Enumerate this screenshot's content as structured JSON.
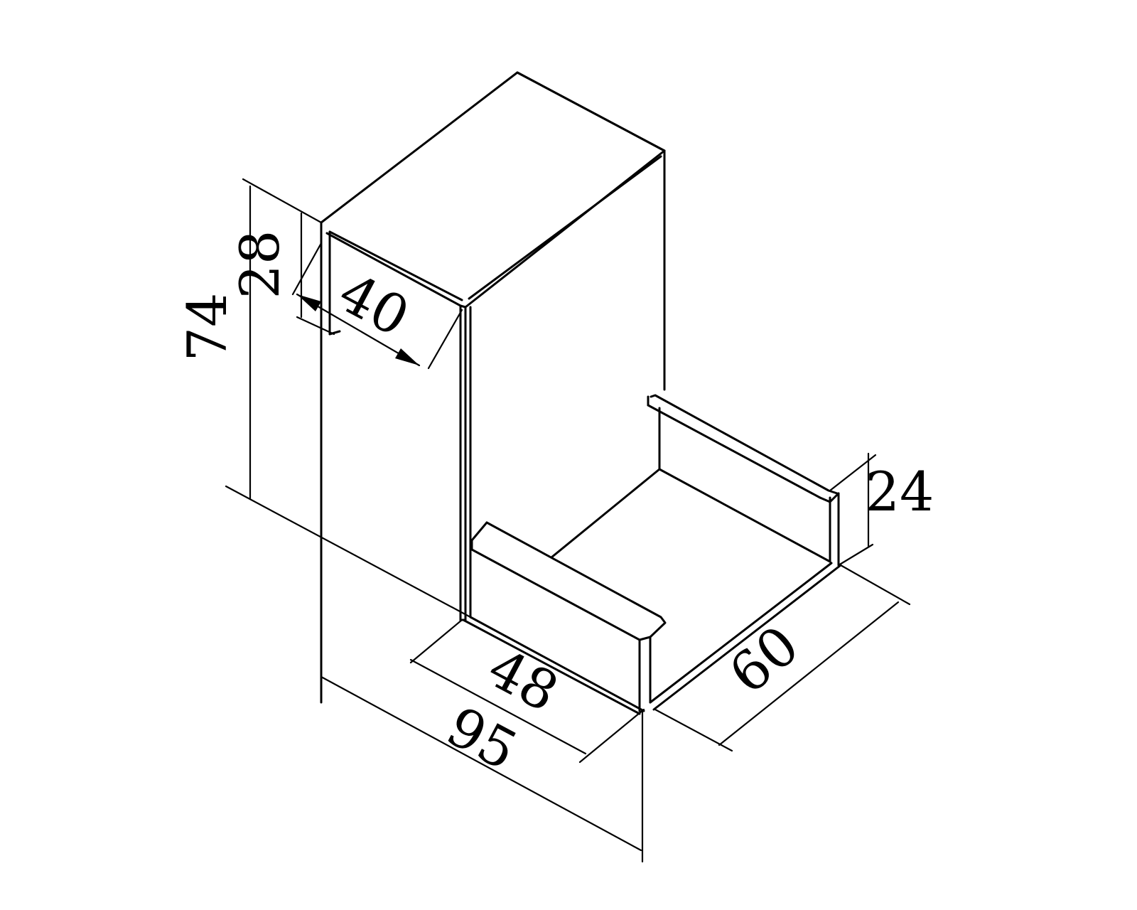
{
  "diagram": {
    "stroke_color": "#000000",
    "background_color": "#ffffff",
    "dimensions": {
      "height_total": "74",
      "height_upper": "28",
      "depth_upper": "40",
      "length_total": "95",
      "length_lower": "48",
      "depth_lower": "60",
      "height_lower": "24"
    }
  }
}
